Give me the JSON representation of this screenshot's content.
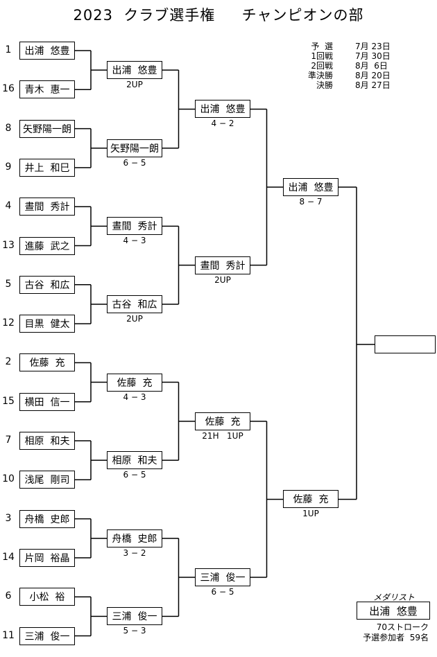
{
  "title": "2023  クラブ選手権     チャンピオンの部",
  "schedule": [
    {
      "label": "予  選",
      "date": "7月 23日"
    },
    {
      "label": "1回戦",
      "date": "7月 30日"
    },
    {
      "label": "2回戦",
      "date": "8月  6日"
    },
    {
      "label": "準決勝",
      "date": "8月 20日"
    },
    {
      "label": "決勝",
      "date": "8月 27日"
    }
  ],
  "round1": [
    {
      "seed": "1",
      "name": "出浦  悠豊"
    },
    {
      "seed": "16",
      "name": "青木  惠一"
    },
    {
      "seed": "8",
      "name": "矢野陽一朗"
    },
    {
      "seed": "9",
      "name": "井上  和巳"
    },
    {
      "seed": "4",
      "name": "晝間  秀計"
    },
    {
      "seed": "13",
      "name": "進藤  武之"
    },
    {
      "seed": "5",
      "name": "古谷  和広"
    },
    {
      "seed": "12",
      "name": "目黒  健太"
    },
    {
      "seed": "2",
      "name": "佐藤  充"
    },
    {
      "seed": "15",
      "name": "横田  信一"
    },
    {
      "seed": "7",
      "name": "相原  和夫"
    },
    {
      "seed": "10",
      "name": "浅尾  剛司"
    },
    {
      "seed": "3",
      "name": "舟橋  史郎"
    },
    {
      "seed": "14",
      "name": "片岡  裕晶"
    },
    {
      "seed": "6",
      "name": "小松  裕"
    },
    {
      "seed": "11",
      "name": "三浦  俊一"
    }
  ],
  "round2": [
    {
      "name": "出浦  悠豊",
      "score": "2UP"
    },
    {
      "name": "矢野陽一朗",
      "score": "6 − 5"
    },
    {
      "name": "晝間  秀計",
      "score": "4 − 3"
    },
    {
      "name": "古谷  和広",
      "score": "2UP"
    },
    {
      "name": "佐藤  充",
      "score": "4 − 3"
    },
    {
      "name": "相原  和夫",
      "score": "6 − 5"
    },
    {
      "name": "舟橋  史郎",
      "score": "3 − 2"
    },
    {
      "name": "三浦  俊一",
      "score": "5 − 3"
    }
  ],
  "round3": [
    {
      "name": "出浦  悠豊",
      "score": "4 − 2"
    },
    {
      "name": "晝間  秀計",
      "score": "2UP"
    },
    {
      "name": "佐藤  充",
      "score": "21H   1UP"
    },
    {
      "name": "三浦  俊一",
      "score": "6 − 5"
    }
  ],
  "semifinal": [
    {
      "name": "出浦  悠豊",
      "score": "8 − 7"
    },
    {
      "name": "佐藤  充",
      "score": "1UP"
    }
  ],
  "final": {
    "name": ""
  },
  "medalist": {
    "label": "メダリスト",
    "name": "出浦  悠豊",
    "score": "70ストローク",
    "participants": "予選参加者  59名"
  }
}
